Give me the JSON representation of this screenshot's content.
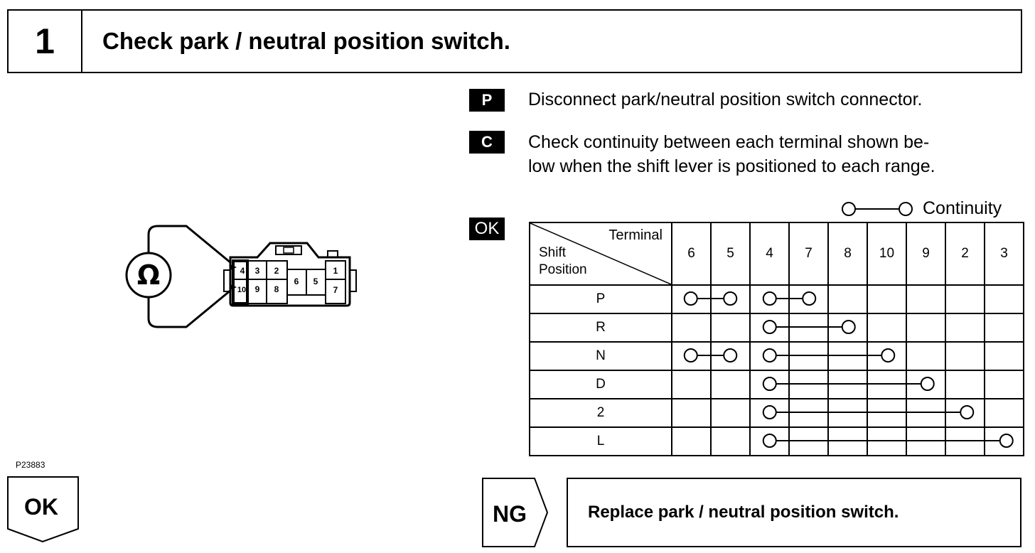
{
  "step": {
    "number": "1",
    "title": "Check park / neutral position switch."
  },
  "instructions": [
    {
      "badge": "P",
      "text": "Disconnect park/neutral position switch connector."
    },
    {
      "badge": "C",
      "text_line1": "Check continuity between each terminal shown be-",
      "text_line2": "low when the shift lever is positioned to each range."
    },
    {
      "badge": "OK"
    }
  ],
  "diagram": {
    "meter_symbol": "Ω",
    "connector_top_row": [
      "4",
      "3",
      "2",
      "1"
    ],
    "connector_bottom_row": [
      "10",
      "9",
      "8",
      "7"
    ],
    "connector_middle": [
      "6",
      "5"
    ],
    "figure_code": "P23883"
  },
  "legend": {
    "label": "Continuity"
  },
  "table": {
    "corner_terminal": "Terminal",
    "corner_shift": "Shift",
    "corner_position": "Position",
    "terminals": [
      "6",
      "5",
      "4",
      "7",
      "8",
      "10",
      "9",
      "2",
      "3"
    ],
    "positions": [
      "P",
      "R",
      "N",
      "D",
      "2",
      "L"
    ],
    "continuity": [
      {
        "position": "P",
        "groups": [
          [
            "6",
            "5"
          ],
          [
            "4",
            "7"
          ]
        ]
      },
      {
        "position": "R",
        "groups": [
          [
            "4",
            "8"
          ]
        ]
      },
      {
        "position": "N",
        "groups": [
          [
            "6",
            "5"
          ],
          [
            "4",
            "10"
          ]
        ]
      },
      {
        "position": "D",
        "groups": [
          [
            "4",
            "9"
          ]
        ]
      },
      {
        "position": "2",
        "groups": [
          [
            "4",
            "2"
          ]
        ]
      },
      {
        "position": "L",
        "groups": [
          [
            "4",
            "3"
          ]
        ]
      }
    ]
  },
  "ok_tag": "OK",
  "ng_tag": "NG",
  "ng_action": "Replace park / neutral position switch."
}
